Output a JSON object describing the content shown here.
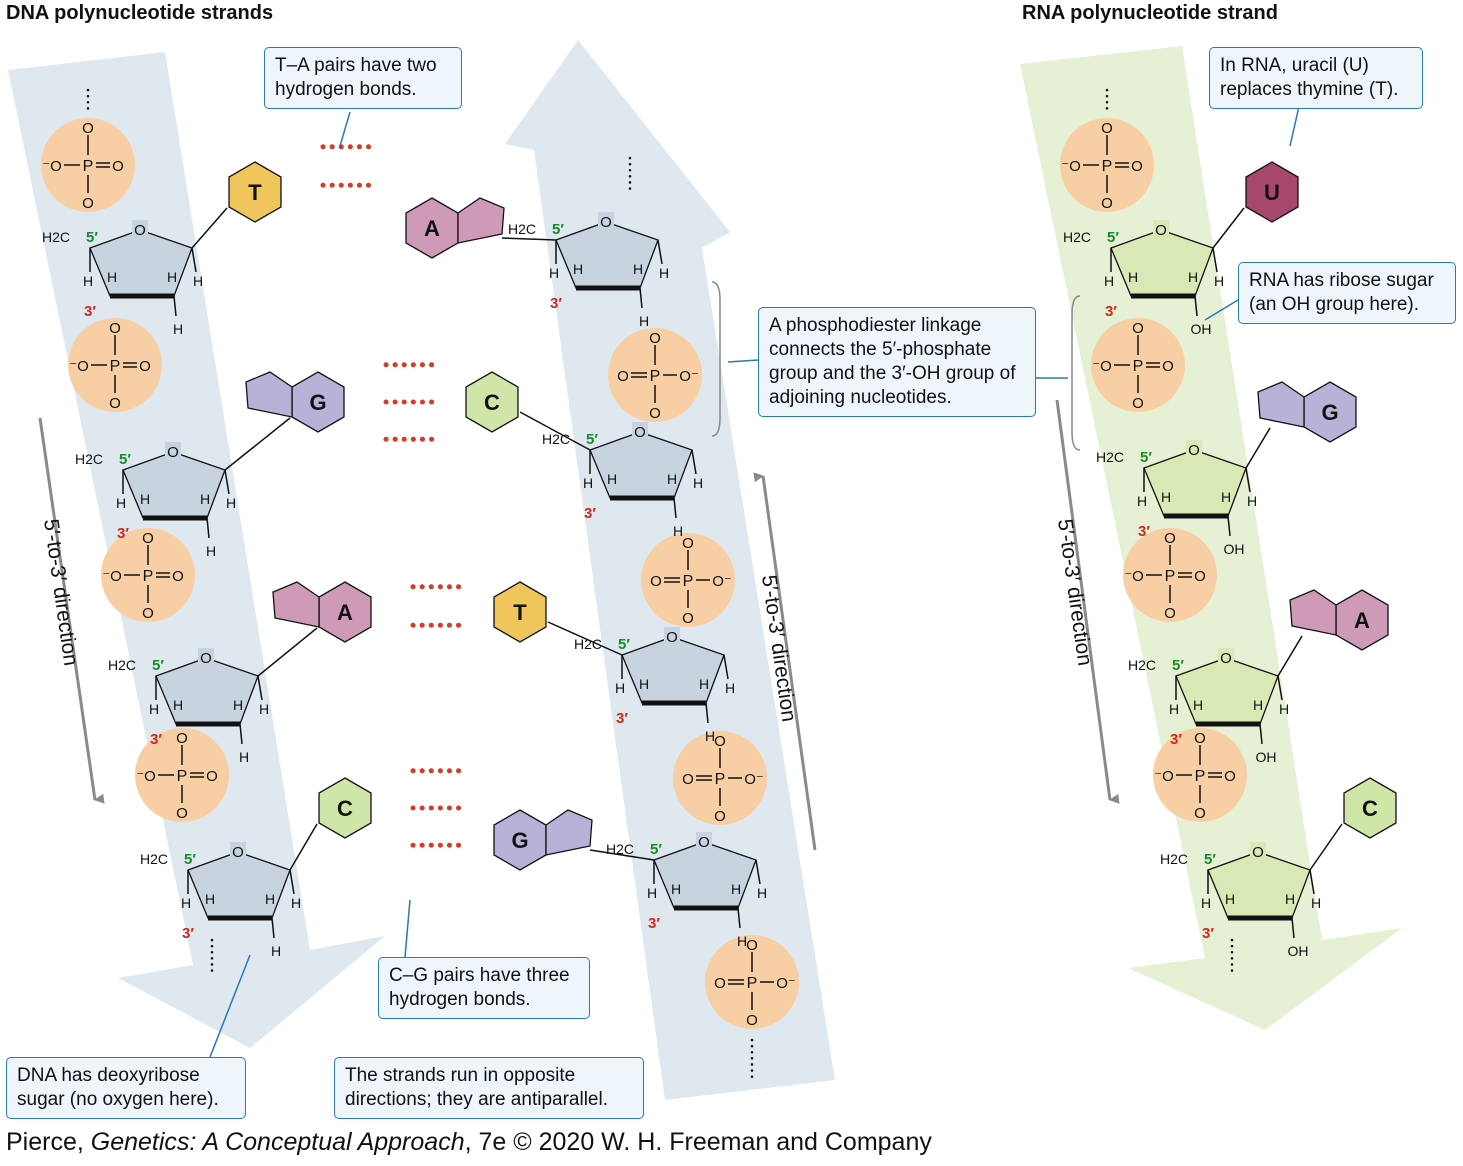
{
  "titles": {
    "dna": "DNA polynucleotide strands",
    "rna": "RNA polynucleotide strand"
  },
  "callouts": {
    "ta_pairs": "T–A pairs have two hydrogen bonds.",
    "uracil": "In RNA, uracil (U) replaces thymine (T).",
    "ribose": "RNA has ribose sugar (an OH group here).",
    "phosphodiester": "A phosphodiester linkage connects the 5′-phosphate group and the 3′-OH group of adjoining nucleotides.",
    "cg_pairs": "C–G pairs have three hydrogen bonds.",
    "deoxyribose": "DNA has deoxyribose sugar (no oxygen here).",
    "antiparallel": "The strands run in opposite directions; they are antiparallel."
  },
  "direction_label": "5′-to-3′ direction",
  "labels": {
    "five_prime": "5′",
    "three_prime": "3′",
    "h2c": "H2C",
    "oh": "OH"
  },
  "bases": {
    "dna_pairs": [
      {
        "left": "T",
        "right": "A"
      },
      {
        "left": "G",
        "right": "C"
      },
      {
        "left": "A",
        "right": "T"
      },
      {
        "left": "C",
        "right": "G"
      }
    ],
    "rna": [
      "U",
      "G",
      "A",
      "C"
    ]
  },
  "colors": {
    "phosphate": "#f8cfa4",
    "dna_sugar": "#c7d4e0",
    "rna_sugar": "#d8e9b5",
    "T": "#f0c65c",
    "A": "#cf9ab8",
    "G": "#b9b2d8",
    "C": "#cfe6a8",
    "U": "#a8476e",
    "hbond": "#d63a2a",
    "five_prime": "#1a8a2a",
    "three_prime": "#d0281e",
    "dna_arrow": "#dfe7ef",
    "rna_arrow": "#e6f0d4",
    "callout_border": "#2a78b8"
  },
  "caption": {
    "author": "Pierce, ",
    "book": "Genetics: A Conceptual Approach",
    "rest": ", 7e © 2020 W. H. Freeman and Company"
  }
}
